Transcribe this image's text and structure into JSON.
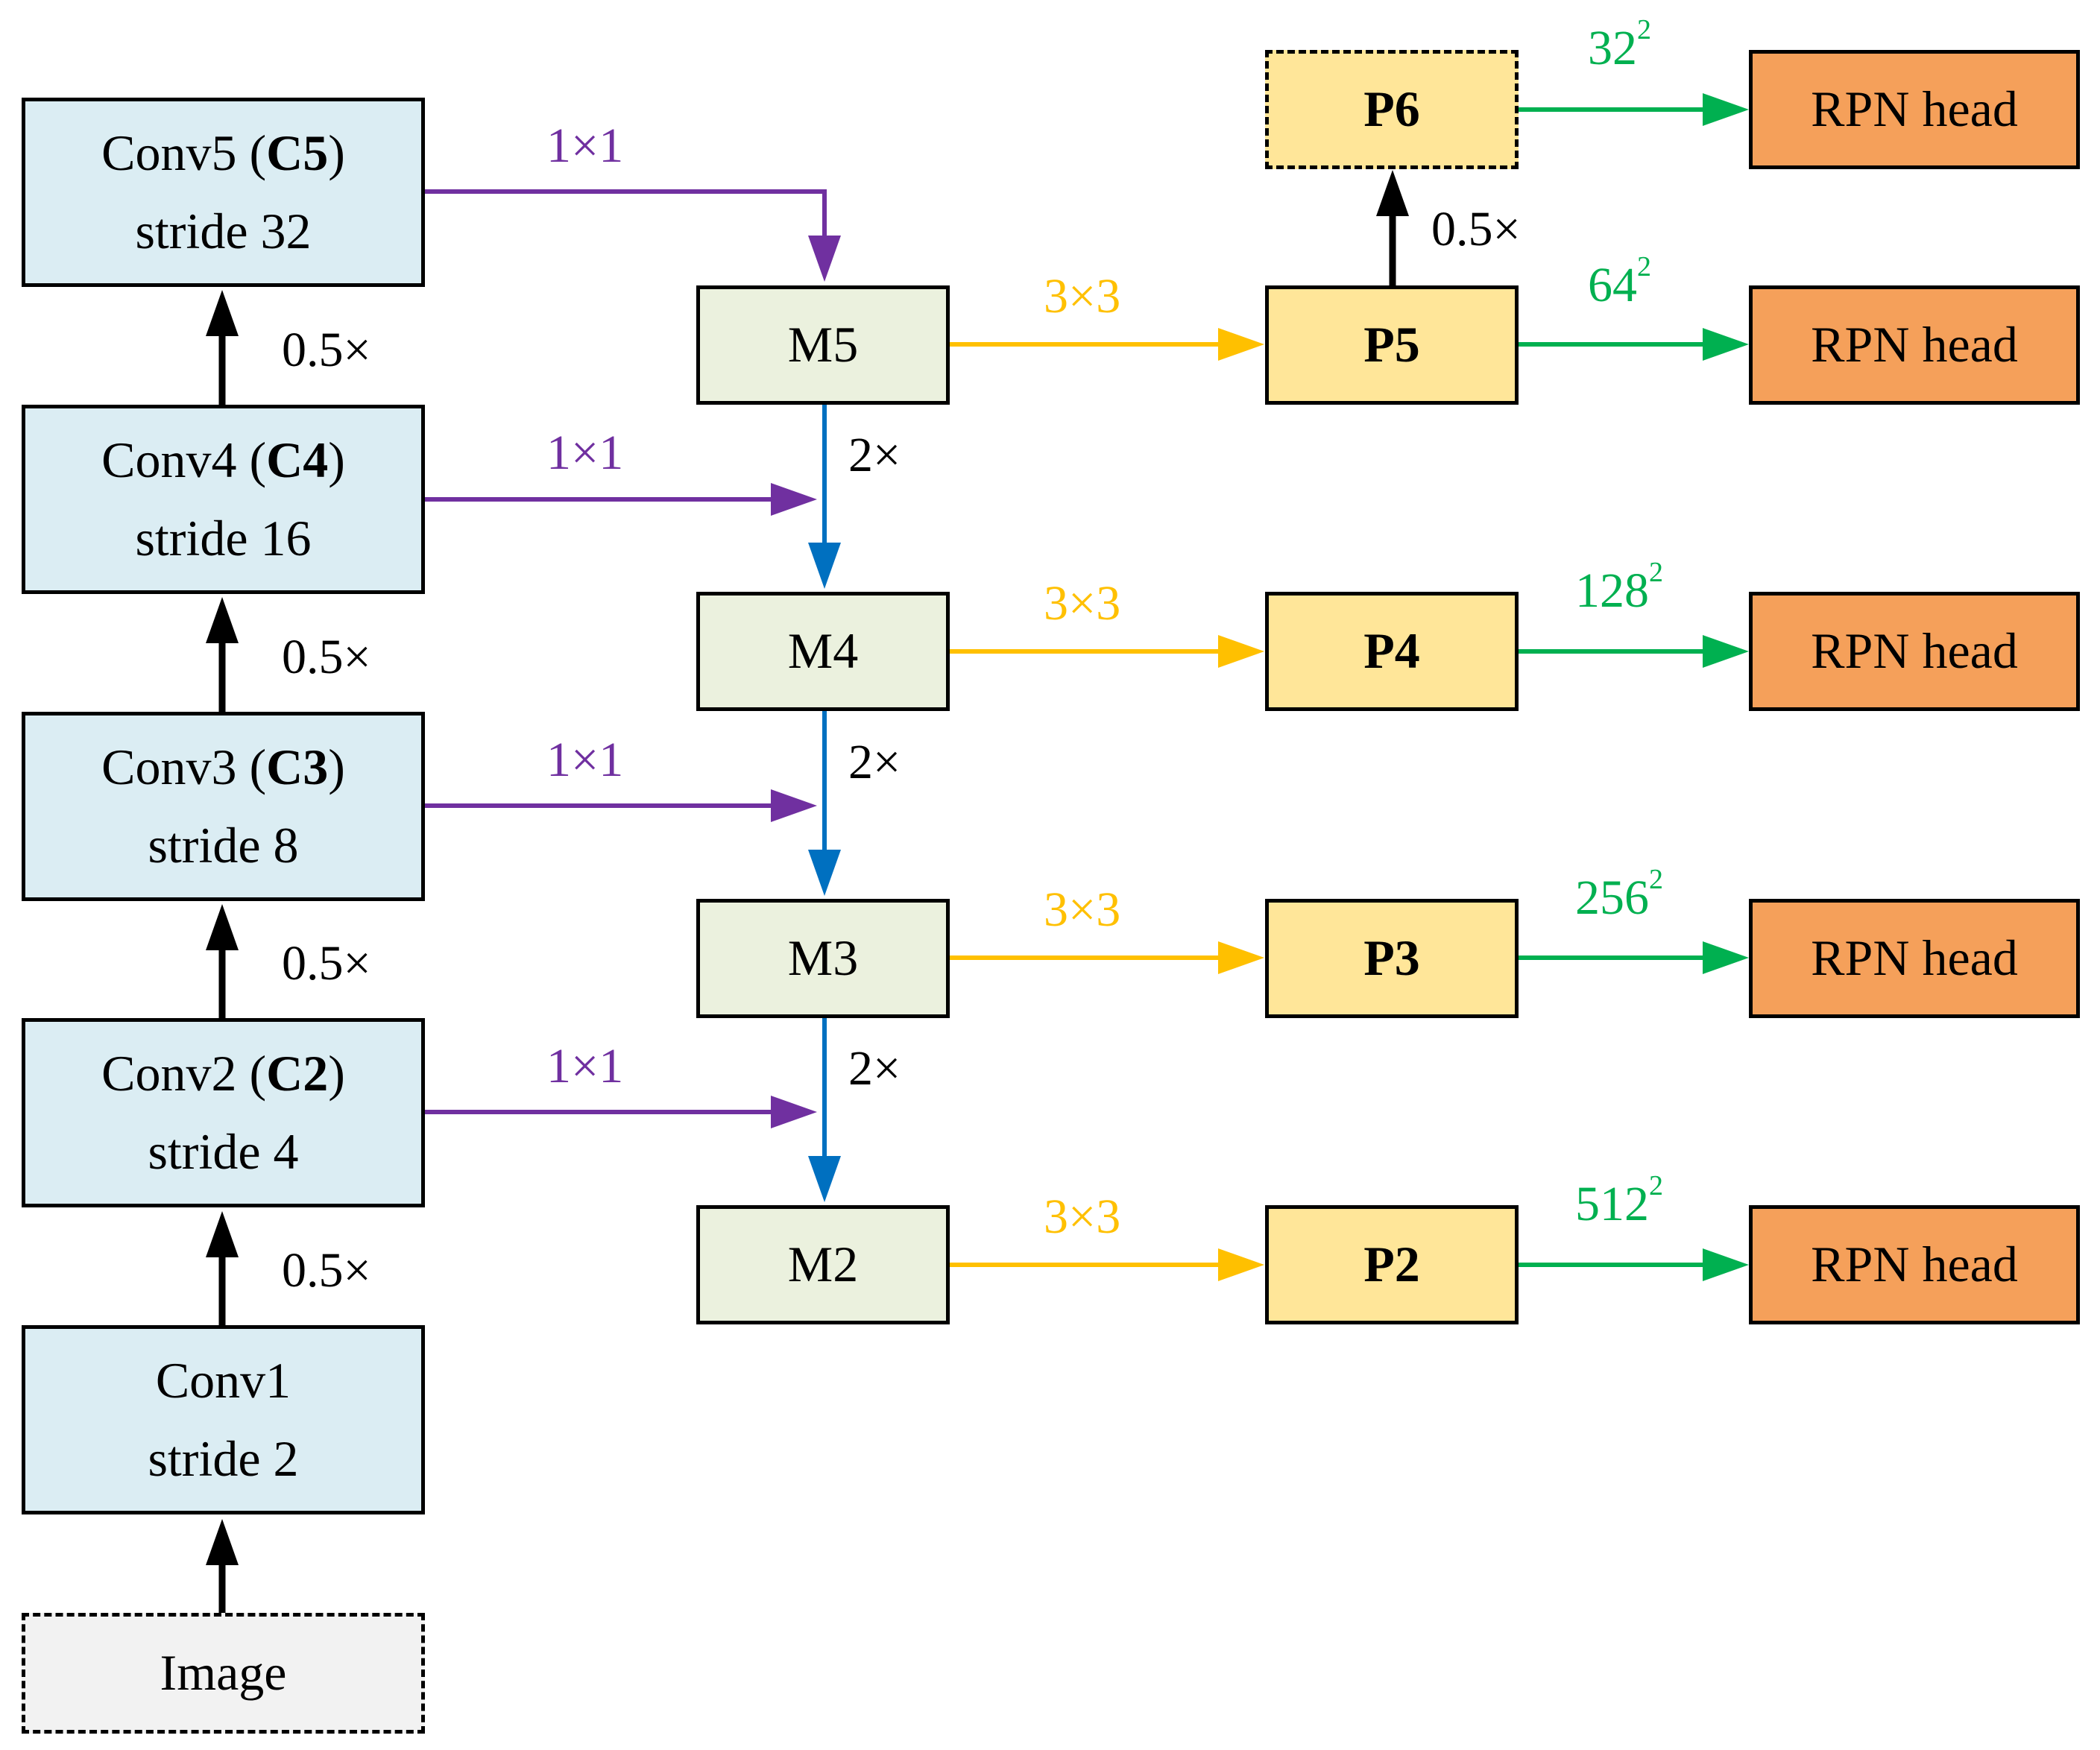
{
  "backbone": {
    "image": "Image",
    "conv1": {
      "line1": "Conv1",
      "line2": "stride 2"
    },
    "conv2": {
      "line1a": "Conv2 (",
      "line1b": "C2",
      "line1c": ")",
      "line2": "stride 4"
    },
    "conv3": {
      "line1a": "Conv3 (",
      "line1b": "C3",
      "line1c": ")",
      "line2": "stride 8"
    },
    "conv4": {
      "line1a": "Conv4 (",
      "line1b": "C4",
      "line1c": ")",
      "line2": "stride 16"
    },
    "conv5": {
      "line1a": "Conv5 (",
      "line1b": "C5",
      "line1c": ")",
      "line2": "stride 32"
    },
    "downsample_label": "0.5×"
  },
  "merge": {
    "m2": "M2",
    "m3": "M3",
    "m4": "M4",
    "m5": "M5"
  },
  "pyramid": {
    "p2": "P2",
    "p3": "P3",
    "p4": "P4",
    "p5": "P5",
    "p6": "P6"
  },
  "heads": {
    "label": "RPN head"
  },
  "labels": {
    "lateral": "1×1",
    "upsample": "2×",
    "smooth": "3×3",
    "p6_downsample": "0.5×",
    "anchor_p2": {
      "base": "512",
      "exp": "2"
    },
    "anchor_p3": {
      "base": "256",
      "exp": "2"
    },
    "anchor_p4": {
      "base": "128",
      "exp": "2"
    },
    "anchor_p5": {
      "base": "64",
      "exp": "2"
    },
    "anchor_p6": {
      "base": "32",
      "exp": "2"
    }
  },
  "colors": {
    "backbone_fill": "#dbedf3",
    "merge_fill": "#ebf1de",
    "pyramid_fill": "#ffe699",
    "head_fill": "#f5a05a",
    "image_fill": "#f2f2f2",
    "lateral_arrow": "#7030a0",
    "upsample_arrow": "#0070c0",
    "smooth_arrow": "#ffc000",
    "head_arrow": "#00b050"
  }
}
